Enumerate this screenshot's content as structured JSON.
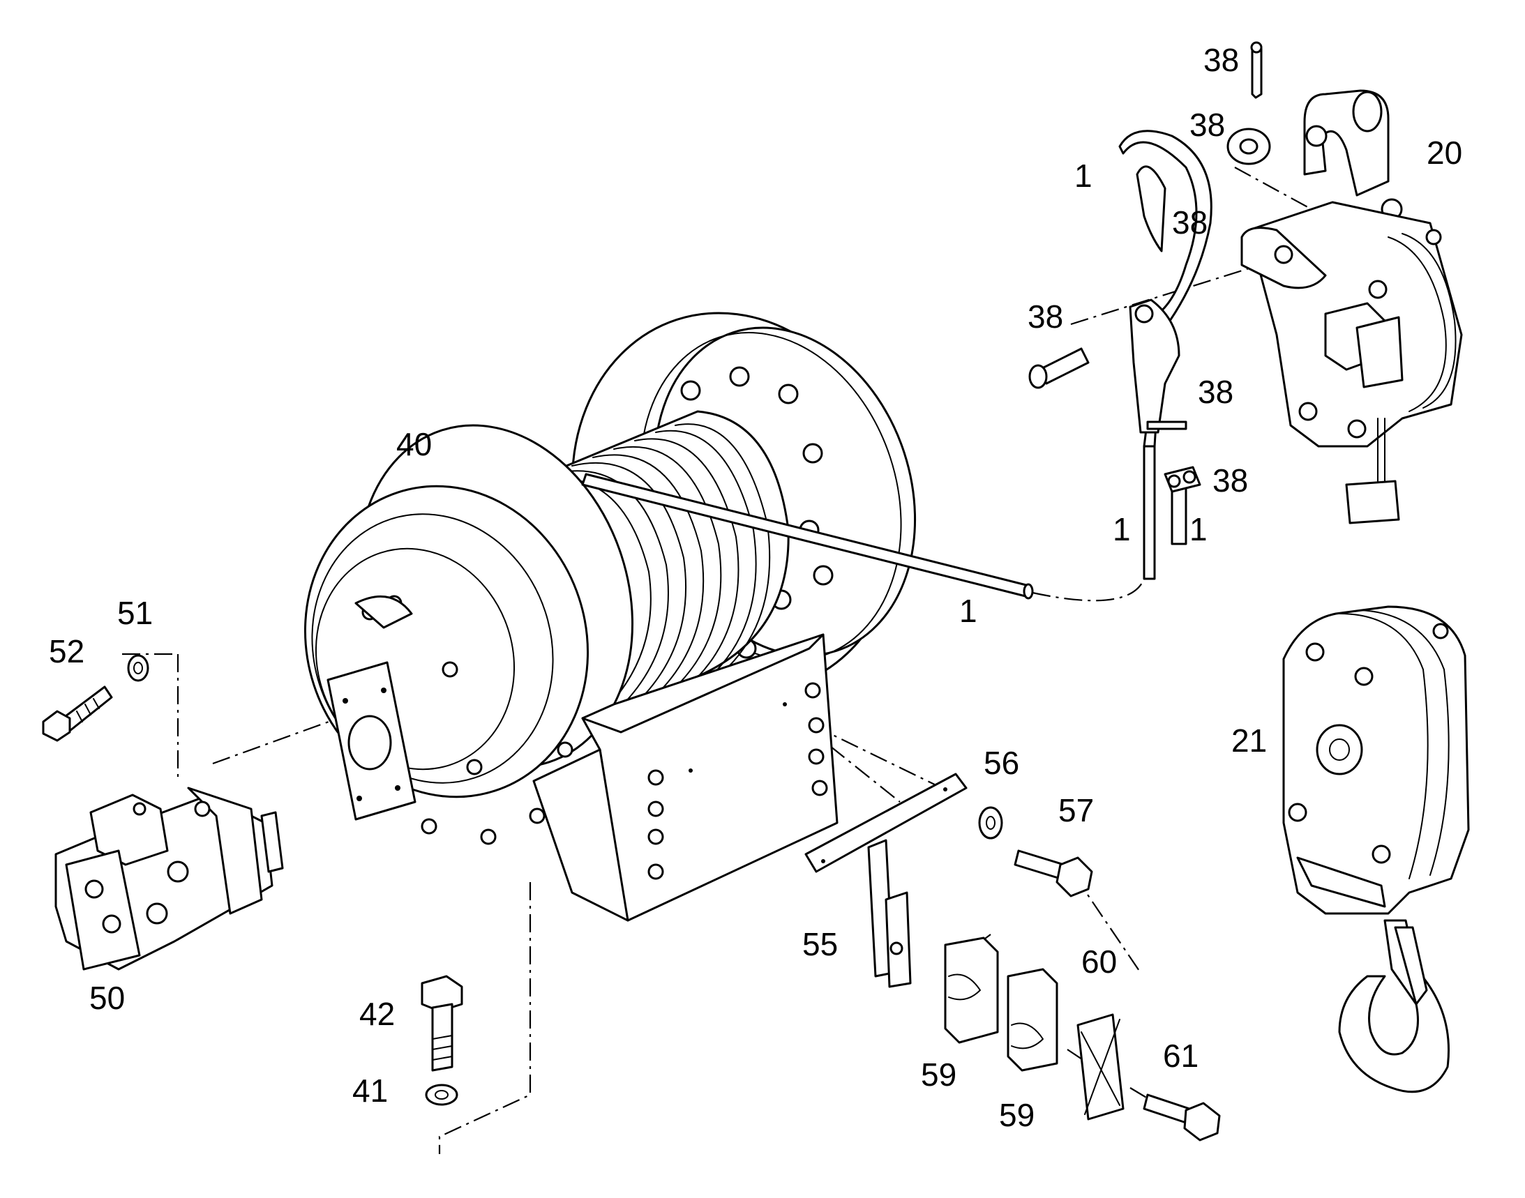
{
  "colors": {
    "line": "#000000",
    "background": "#ffffff"
  },
  "callouts": {
    "c38_a": "38",
    "c38_b": "38",
    "c38_c": "38",
    "c38_d": "38",
    "c38_e": "38",
    "c38_f": "38",
    "c20": "20",
    "c1_a": "1",
    "c1_b": "1",
    "c1_c": "1",
    "c1_d": "1",
    "c40": "40",
    "c51": "51",
    "c52": "52",
    "c50": "50",
    "c21": "21",
    "c56": "56",
    "c57": "57",
    "c55": "55",
    "c60": "60",
    "c42": "42",
    "c41": "41",
    "c59_a": "59",
    "c59_b": "59",
    "c61": "61"
  }
}
